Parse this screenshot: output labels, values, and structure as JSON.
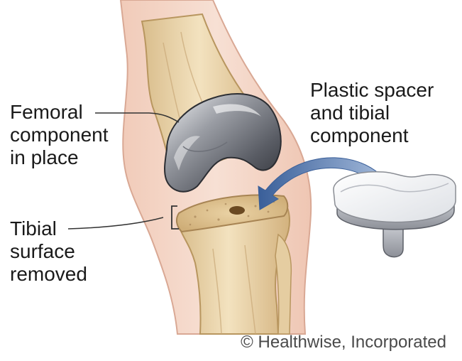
{
  "labels": {
    "femoral_component": [
      "Femoral",
      "component",
      "in place"
    ],
    "spacer_and_tibial_component": [
      "Plastic spacer",
      "and tibial",
      "component"
    ],
    "tibial_surface": [
      "Tibial",
      "surface",
      "removed"
    ]
  },
  "credit": "© Healthwise, Incorporated",
  "colors": {
    "skin": "#f4d5c6",
    "skin_edge": "#d9a894",
    "bone": "#ecd7ad",
    "bone_shadow": "#c9a877",
    "cut_surface": "#e2c594",
    "metal_light": "#d9dbe0",
    "metal_dark": "#4a4d55",
    "plastic": "#eef0f3",
    "arrow": "#4f72a8"
  }
}
